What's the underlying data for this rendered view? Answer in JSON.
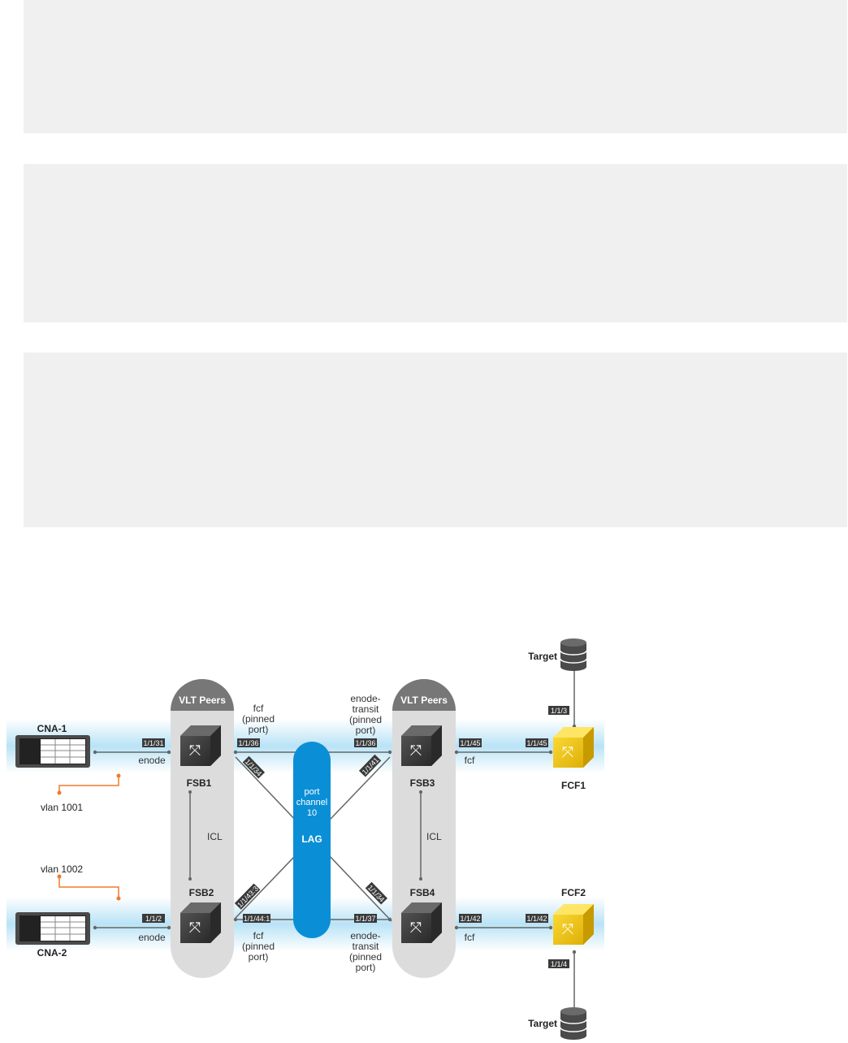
{
  "code_blocks": [
    {
      "text": ""
    },
    {
      "text": ""
    },
    {
      "text": ""
    }
  ],
  "diagram": {
    "nodes": {
      "cna1": "CNA-1",
      "cna2": "CNA-2",
      "fsb1": "FSB1",
      "fsb2": "FSB2",
      "fsb3": "FSB3",
      "fsb4": "FSB4",
      "fcf1": "FCF1",
      "fcf2": "FCF2",
      "target_top": "Target",
      "target_bottom": "Target"
    },
    "vlt_left": "VLT Peers",
    "vlt_right": "VLT Peers",
    "lag": {
      "line1": "port",
      "line2": "channel",
      "line3": "10",
      "name": "LAG"
    },
    "icl_left": "ICL",
    "icl_right": "ICL",
    "vlans": {
      "top": "vlan 1001",
      "bottom": "vlan 1002"
    },
    "roles": {
      "enode_top": "enode",
      "enode_bottom": "enode",
      "fcf_top_right": "fcf",
      "fcf_bottom_right": "fcf",
      "fcf_pinned_top": [
        "fcf",
        "(pinned",
        "port)"
      ],
      "fcf_pinned_bottom": [
        "fcf",
        "(pinned",
        "port)"
      ],
      "enode_transit_top": [
        "enode-",
        "transit",
        "(pinned",
        "port)"
      ],
      "enode_transit_bottom": [
        "enode-",
        "transit",
        "(pinned",
        "port)"
      ]
    },
    "ports": {
      "cna1_fsb1": "1/1/31",
      "cna2_fsb2": "1/1/2",
      "fsb1_fsb3": "1/1/36",
      "fsb3_fsb1": "1/1/36",
      "fsb1_diag": "1/1/34",
      "fsb3_diag": "1/1/41",
      "fsb2_diag": "1/1/43:3",
      "fsb4_diag": "1/1/34",
      "fsb2_fsb4": "1/1/44:1",
      "fsb4_fsb2": "1/1/37",
      "fsb3_fcf1": "1/1/45",
      "fcf1_fsb3": "1/1/45",
      "fsb4_fcf2": "1/1/42",
      "fcf2_fsb4": "1/1/42",
      "fcf1_target": "1/1/3",
      "fcf2_target": "1/1/4"
    },
    "colors": {
      "band": "#bfe6f7",
      "lag": "#0a8fd6",
      "vlt": "#dcdcdc",
      "vlt_header": "#777777",
      "fcf": "#f5c400",
      "switch_dark": "#333333",
      "vlan_line": "#f07a2a",
      "port_label": "#3a3a3a"
    }
  }
}
